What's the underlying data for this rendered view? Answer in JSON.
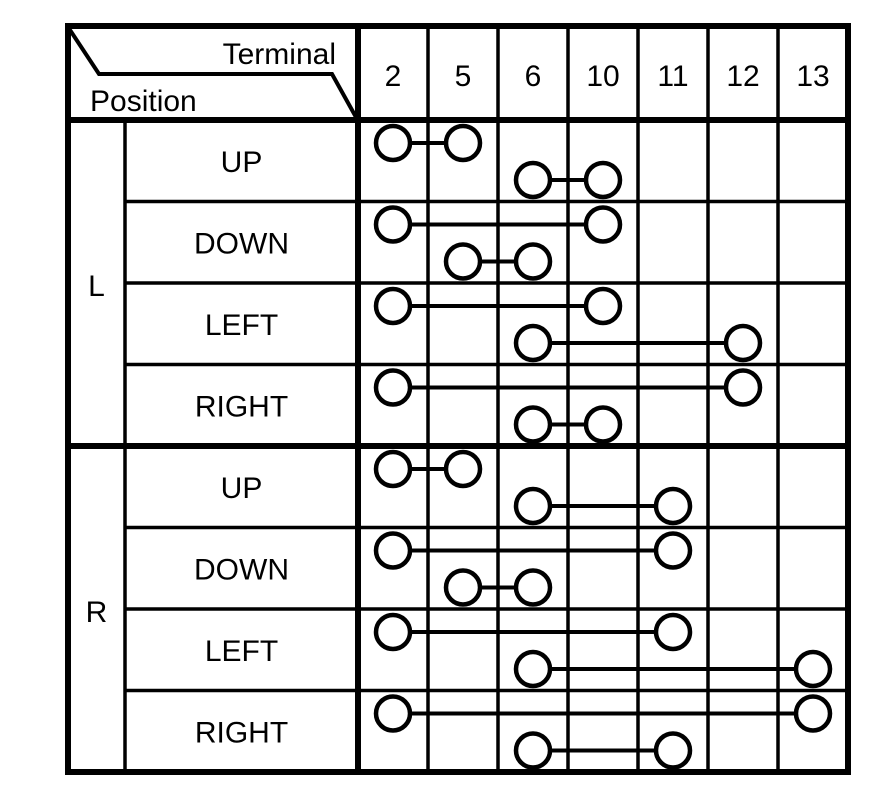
{
  "header": {
    "corner": {
      "top_label": "Terminal",
      "bottom_label": "Position"
    },
    "terminals": [
      "2",
      "5",
      "6",
      "10",
      "11",
      "12",
      "13"
    ]
  },
  "groups": [
    {
      "label": "L",
      "rows": [
        {
          "label": "UP",
          "connections": [
            {
              "from": "2",
              "to": "5",
              "level": "upper"
            },
            {
              "from": "6",
              "to": "10",
              "level": "lower"
            }
          ]
        },
        {
          "label": "DOWN",
          "connections": [
            {
              "from": "2",
              "to": "10",
              "level": "upper"
            },
            {
              "from": "5",
              "to": "6",
              "level": "lower"
            }
          ]
        },
        {
          "label": "LEFT",
          "connections": [
            {
              "from": "2",
              "to": "10",
              "level": "upper"
            },
            {
              "from": "6",
              "to": "12",
              "level": "lower"
            }
          ]
        },
        {
          "label": "RIGHT",
          "connections": [
            {
              "from": "2",
              "to": "12",
              "level": "upper"
            },
            {
              "from": "6",
              "to": "10",
              "level": "lower"
            }
          ]
        }
      ]
    },
    {
      "label": "R",
      "rows": [
        {
          "label": "UP",
          "connections": [
            {
              "from": "2",
              "to": "5",
              "level": "upper"
            },
            {
              "from": "6",
              "to": "11",
              "level": "lower"
            }
          ]
        },
        {
          "label": "DOWN",
          "connections": [
            {
              "from": "2",
              "to": "11",
              "level": "upper"
            },
            {
              "from": "5",
              "to": "6",
              "level": "lower"
            }
          ]
        },
        {
          "label": "LEFT",
          "connections": [
            {
              "from": "2",
              "to": "11",
              "level": "upper"
            },
            {
              "from": "6",
              "to": "13",
              "level": "lower"
            }
          ]
        },
        {
          "label": "RIGHT",
          "connections": [
            {
              "from": "2",
              "to": "13",
              "level": "upper"
            },
            {
              "from": "6",
              "to": "11",
              "level": "lower"
            }
          ]
        }
      ]
    }
  ],
  "colors": {
    "ink": "#000000",
    "paper": "#ffffff"
  }
}
